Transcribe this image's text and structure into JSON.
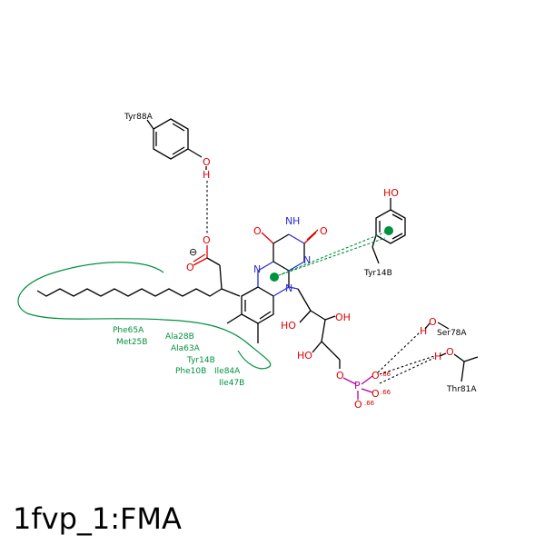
{
  "title": "1fvp_1:FMA",
  "ligand_atoms": {
    "o_hydroxyl_tyr88": "O",
    "h_tyr88": "H",
    "o_carboxylate_1": "O",
    "o_carboxylate_2": "O",
    "charge_minus": "⊖",
    "o_c4": "O",
    "n3h": "N",
    "h_n3": "H",
    "o_c2": "O",
    "n1": "N",
    "n5": "N",
    "n10": "N",
    "ho_2": "HO",
    "oh_3": "OH",
    "ho_4": "HO",
    "o_5": "O",
    "p": "P",
    "o_p1": "O",
    "o_p2": "O",
    "o_p3": "O",
    "charge_p1": ".66",
    "charge_p2": ".66",
    "charge_p3": ".66",
    "ho_tyr14": "HO"
  },
  "residues": {
    "tyr88a": "Tyr88A",
    "tyr14b_pi": "Tyr14B",
    "ser78a": "Ser78A",
    "thr81a": "Thr81A",
    "ser78_o": "O",
    "ser78_h": "H",
    "thr81_o": "O",
    "thr81_h": "H"
  },
  "hydrophobic_contacts": [
    "Phe65A",
    "Met25B",
    "Ala28B",
    "Ala63A",
    "Tyr14B",
    "Phe10B",
    "Ile84A",
    "Ile47B"
  ],
  "colors": {
    "carbon": "#000000",
    "oxygen": "#e00000",
    "nitrogen": "#2b2bd6",
    "phosphorus": "#b000b0",
    "hydrophobic": "#00913f"
  }
}
